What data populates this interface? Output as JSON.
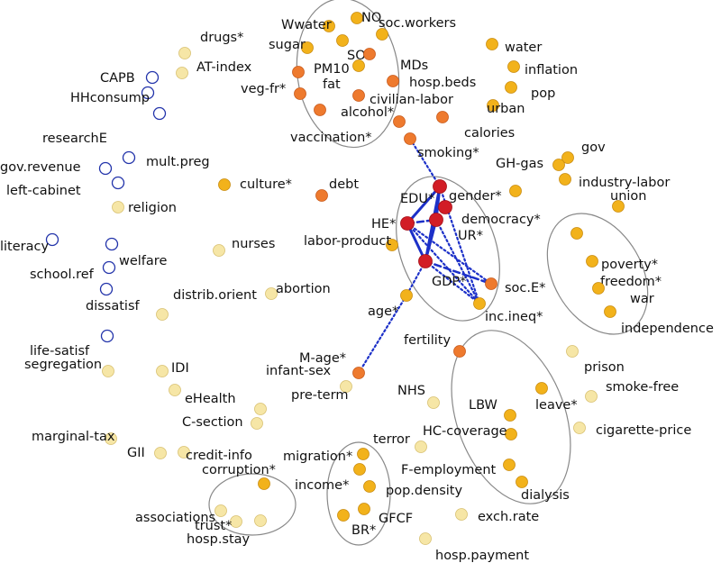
{
  "colors": {
    "hollow_node": "#2233aa",
    "pale_node": "#f6e6a6",
    "gold_node": "#f2b21b",
    "orange_node": "#ee7a2e",
    "red_node": "#d21d26",
    "strong_edge": "#1c30c8",
    "weak_edge": "#1c30c8",
    "cluster_outline": "#888888"
  },
  "nodes": [
    {
      "id": "drugs",
      "label": "drugs*",
      "category": "pale"
    },
    {
      "id": "at_index",
      "label": "AT-index",
      "category": "pale"
    },
    {
      "id": "wwater",
      "label": "Wwater",
      "category": "gold"
    },
    {
      "id": "no",
      "label": "NO",
      "category": "gold"
    },
    {
      "id": "soc_workers",
      "label": "soc.workers",
      "category": "gold"
    },
    {
      "id": "sugar",
      "label": "sugar",
      "category": "gold"
    },
    {
      "id": "so",
      "label": "SO",
      "category": "gold"
    },
    {
      "id": "pm10",
      "label": "PM10",
      "category": "orange"
    },
    {
      "id": "mds",
      "label": "MDs",
      "category": "orange"
    },
    {
      "id": "veg_fr",
      "label": "veg-fr*",
      "category": "orange"
    },
    {
      "id": "fat",
      "label": "fat",
      "category": "gold"
    },
    {
      "id": "hosp_beds",
      "label": "hosp.beds",
      "category": "orange"
    },
    {
      "id": "civilian_labor",
      "label": "civilian-labor",
      "category": "orange"
    },
    {
      "id": "alcohol",
      "label": "alcohol*",
      "category": "orange"
    },
    {
      "id": "vaccination",
      "label": "vaccination*",
      "category": "orange"
    },
    {
      "id": "smoking",
      "label": "smoking*",
      "category": "orange"
    },
    {
      "id": "calories",
      "label": "calories",
      "category": "orange"
    },
    {
      "id": "water",
      "label": "water",
      "category": "gold"
    },
    {
      "id": "inflation",
      "label": "inflation",
      "category": "gold"
    },
    {
      "id": "pop",
      "label": "pop",
      "category": "gold"
    },
    {
      "id": "urban",
      "label": "urban",
      "category": "gold"
    },
    {
      "id": "gov",
      "label": "gov",
      "category": "gold"
    },
    {
      "id": "gh_gas",
      "label": "GH-gas",
      "category": "gold"
    },
    {
      "id": "industry_labor",
      "label": "industry-labor",
      "category": "gold"
    },
    {
      "id": "union",
      "label": "union",
      "category": "gold"
    },
    {
      "id": "capb",
      "label": "CAPB",
      "category": "hollow"
    },
    {
      "id": "hhconsump",
      "label": "HHconsump",
      "category": "hollow"
    },
    {
      "id": "researche",
      "label": "researchE",
      "category": "hollow"
    },
    {
      "id": "mult_preg",
      "label": "mult.preg",
      "category": "hollow"
    },
    {
      "id": "gov_revenue",
      "label": "gov.revenue",
      "category": "hollow"
    },
    {
      "id": "left_cabinet",
      "label": "left-cabinet",
      "category": "hollow"
    },
    {
      "id": "religion",
      "label": "religion",
      "category": "pale"
    },
    {
      "id": "culture",
      "label": "culture*",
      "category": "gold"
    },
    {
      "id": "debt",
      "label": "debt",
      "category": "orange"
    },
    {
      "id": "edu",
      "label": "EDU*",
      "category": "red"
    },
    {
      "id": "gender",
      "label": "gender*",
      "category": "gold"
    },
    {
      "id": "he",
      "label": "HE*",
      "category": "red"
    },
    {
      "id": "democracy",
      "label": "democracy*",
      "category": "red"
    },
    {
      "id": "ur",
      "label": "UR*",
      "category": "red"
    },
    {
      "id": "labor_product",
      "label": "labor-product",
      "category": "gold"
    },
    {
      "id": "gdp",
      "label": "GDP*",
      "category": "red"
    },
    {
      "id": "soc_e",
      "label": "soc.E*",
      "category": "orange"
    },
    {
      "id": "inc_ineq",
      "label": "inc.ineq*",
      "category": "gold"
    },
    {
      "id": "age",
      "label": "age*",
      "category": "gold"
    },
    {
      "id": "literacy",
      "label": "literacy",
      "category": "hollow"
    },
    {
      "id": "welfare",
      "label": "welfare",
      "category": "hollow"
    },
    {
      "id": "nurses",
      "label": "nurses",
      "category": "pale"
    },
    {
      "id": "school_ref",
      "label": "school.ref",
      "category": "hollow"
    },
    {
      "id": "dissatisf",
      "label": "dissatisf",
      "category": "hollow"
    },
    {
      "id": "distrib_orient",
      "label": "distrib.orient",
      "category": "pale"
    },
    {
      "id": "abortion",
      "label": "abortion",
      "category": "pale"
    },
    {
      "id": "poverty",
      "label": "poverty*",
      "category": "gold"
    },
    {
      "id": "freedom",
      "label": "freedom*",
      "category": "gold"
    },
    {
      "id": "war",
      "label": "war",
      "category": "gold"
    },
    {
      "id": "independence",
      "label": "independence",
      "category": "gold"
    },
    {
      "id": "life_satisf",
      "label": "life-satisf",
      "category": "hollow"
    },
    {
      "id": "segregation",
      "label": "segregation",
      "category": "pale"
    },
    {
      "id": "idi",
      "label": "IDI",
      "category": "pale"
    },
    {
      "id": "ehealth",
      "label": "eHealth",
      "category": "pale"
    },
    {
      "id": "m_age",
      "label": "M-age*",
      "category": "orange"
    },
    {
      "id": "infant_sex",
      "label": "infant-sex",
      "category": "pale"
    },
    {
      "id": "fertility",
      "label": "fertility",
      "category": "orange"
    },
    {
      "id": "prison",
      "label": "prison",
      "category": "pale"
    },
    {
      "id": "pre_term",
      "label": "pre-term",
      "category": "pale"
    },
    {
      "id": "nhs",
      "label": "NHS",
      "category": "pale"
    },
    {
      "id": "lbw",
      "label": "LBW",
      "category": "gold"
    },
    {
      "id": "leave",
      "label": "leave*",
      "category": "gold"
    },
    {
      "id": "smoke_free",
      "label": "smoke-free",
      "category": "pale"
    },
    {
      "id": "c_section",
      "label": "C-section",
      "category": "pale"
    },
    {
      "id": "terror",
      "label": "terror",
      "category": "pale"
    },
    {
      "id": "hc_coverage",
      "label": "HC-coverage",
      "category": "gold"
    },
    {
      "id": "cigarette_price",
      "label": "cigarette-price",
      "category": "pale"
    },
    {
      "id": "marginal_tax",
      "label": "marginal-tax",
      "category": "pale"
    },
    {
      "id": "gii",
      "label": "GII",
      "category": "pale"
    },
    {
      "id": "credit_info",
      "label": "credit-info",
      "category": "pale"
    },
    {
      "id": "migration",
      "label": "migration*",
      "category": "gold"
    },
    {
      "id": "corruption",
      "label": "corruption*",
      "category": "gold"
    },
    {
      "id": "income",
      "label": "income*",
      "category": "gold"
    },
    {
      "id": "pop_density",
      "label": "pop.density",
      "category": "gold"
    },
    {
      "id": "f_employment",
      "label": "F-employment",
      "category": "gold"
    },
    {
      "id": "associations",
      "label": "associations",
      "category": "pale"
    },
    {
      "id": "trust",
      "label": "trust*",
      "category": "pale"
    },
    {
      "id": "hosp_stay",
      "label": "hosp.stay",
      "category": "pale"
    },
    {
      "id": "gfcf",
      "label": "GFCF",
      "category": "gold"
    },
    {
      "id": "br",
      "label": "BR*",
      "category": "gold"
    },
    {
      "id": "dialysis",
      "label": "dialysis",
      "category": "gold"
    },
    {
      "id": "exch_rate",
      "label": "exch.rate",
      "category": "pale"
    },
    {
      "id": "hosp_payment",
      "label": "hosp.payment",
      "category": "pale"
    }
  ],
  "edges": [
    {
      "from": "he",
      "to": "edu",
      "style": "solid"
    },
    {
      "from": "edu",
      "to": "ur",
      "style": "solid"
    },
    {
      "from": "he",
      "to": "gdp",
      "style": "solid"
    },
    {
      "from": "ur",
      "to": "gdp",
      "style": "solid"
    },
    {
      "from": "edu",
      "to": "gdp",
      "style": "solid"
    },
    {
      "from": "he",
      "to": "ur",
      "style": "dashed"
    },
    {
      "from": "gdp",
      "to": "soc_e",
      "style": "dashed"
    },
    {
      "from": "gdp",
      "to": "inc_ineq",
      "style": "dotted"
    },
    {
      "from": "he",
      "to": "inc_ineq",
      "style": "dotted"
    },
    {
      "from": "edu",
      "to": "inc_ineq",
      "style": "dotted"
    },
    {
      "from": "ur",
      "to": "inc_ineq",
      "style": "dotted"
    },
    {
      "from": "he",
      "to": "soc_e",
      "style": "dotted"
    },
    {
      "from": "edu",
      "to": "smoking",
      "style": "dotted"
    },
    {
      "from": "gdp",
      "to": "age",
      "style": "dotted"
    },
    {
      "from": "age",
      "to": "m_age",
      "style": "dotted"
    }
  ]
}
